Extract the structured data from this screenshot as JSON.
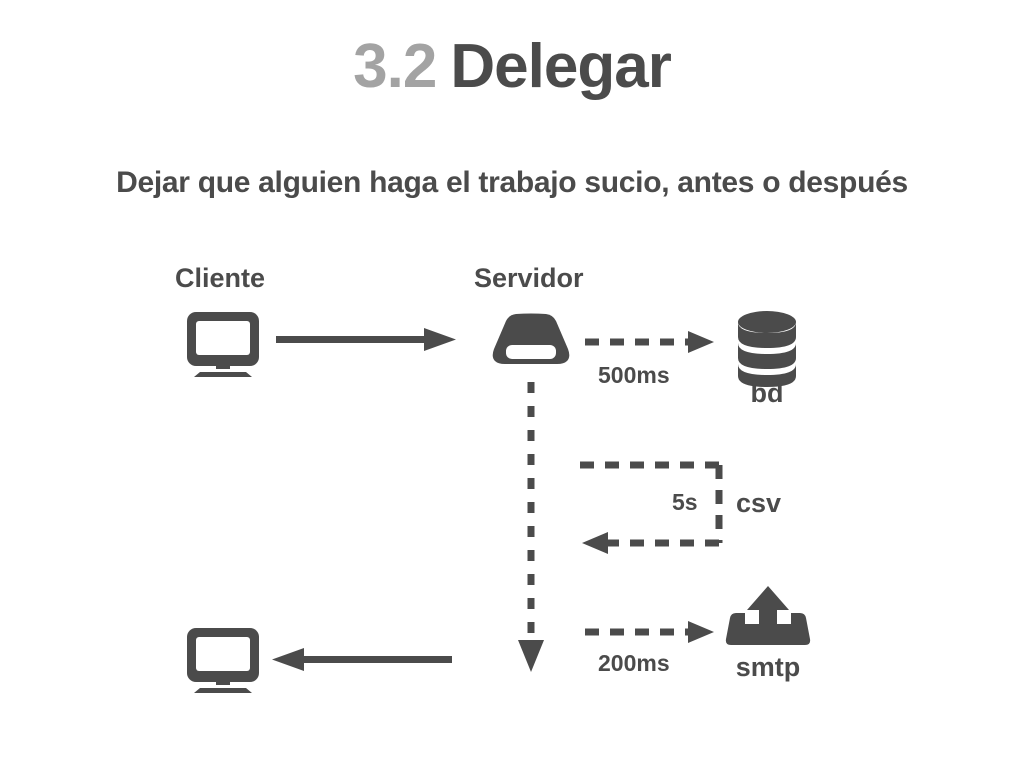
{
  "slide": {
    "title_number": "3.2",
    "title_text": "Delegar",
    "subtitle": "Dejar que alguien haga el trabajo sucio, antes o después",
    "background_color": "#ffffff",
    "ink_color": "#4b4b4b",
    "muted_color": "#a3a3a3"
  },
  "diagram": {
    "columns": [
      {
        "id": "cliente",
        "label": "Cliente"
      },
      {
        "id": "servidor",
        "label": "Servidor"
      }
    ],
    "nodes": [
      {
        "id": "client-top",
        "icon": "monitor-icon",
        "label": ""
      },
      {
        "id": "server",
        "icon": "server-icon",
        "label": ""
      },
      {
        "id": "database",
        "icon": "database-icon",
        "label": "bd"
      },
      {
        "id": "csv",
        "icon": "csv-loop",
        "label": "csv"
      },
      {
        "id": "smtp",
        "icon": "outbox-upload-icon",
        "label": "smtp"
      },
      {
        "id": "client-bottom",
        "icon": "monitor-icon",
        "label": ""
      }
    ],
    "edges": [
      {
        "id": "request",
        "from": "client-top",
        "to": "server",
        "style": "solid",
        "direction": "right",
        "label": ""
      },
      {
        "id": "db-call",
        "from": "server",
        "to": "database",
        "style": "dashed",
        "direction": "right",
        "label": "500ms"
      },
      {
        "id": "csv-job",
        "from": "server",
        "to": "server",
        "style": "dashed",
        "direction": "loop-left",
        "label": "5s"
      },
      {
        "id": "smtp-call",
        "from": "server",
        "to": "smtp",
        "style": "dashed",
        "direction": "right",
        "label": "200ms"
      },
      {
        "id": "server-timeline",
        "from": "server",
        "to": "client-bottom",
        "style": "dashed",
        "direction": "down",
        "label": ""
      },
      {
        "id": "response",
        "from": "server",
        "to": "client-bottom",
        "style": "solid",
        "direction": "left",
        "label": ""
      }
    ],
    "latency_labels": [
      {
        "id": "500ms",
        "text": "500ms"
      },
      {
        "id": "5s",
        "text": "5s"
      },
      {
        "id": "200ms",
        "text": "200ms"
      }
    ]
  }
}
